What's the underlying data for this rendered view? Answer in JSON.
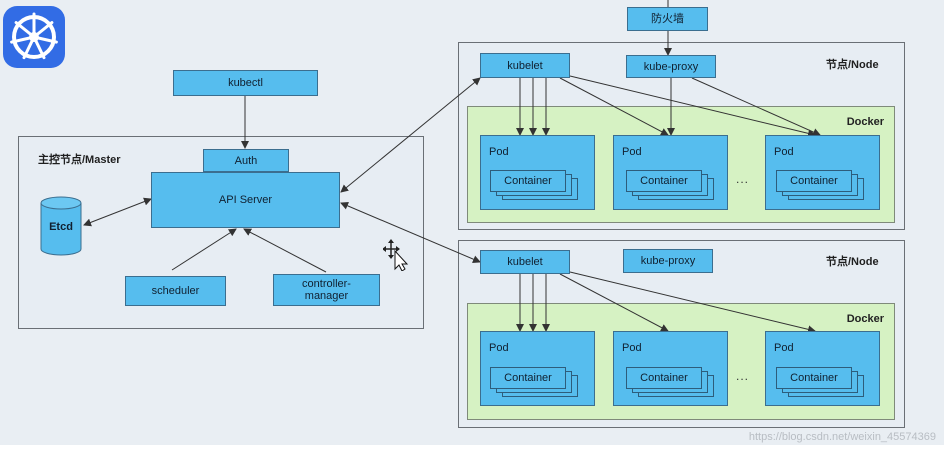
{
  "master": {
    "label": "主控节点/Master",
    "kubectl": "kubectl",
    "auth": "Auth",
    "api_server": "API Server",
    "etcd": "Etcd",
    "scheduler": "scheduler",
    "controller_manager": "controller-\nmanager"
  },
  "firewall": "防火墙",
  "nodes": [
    {
      "label": "节点/Node",
      "kubelet": "kubelet",
      "kube_proxy": "kube-proxy",
      "docker": "Docker",
      "pods": [
        {
          "label": "Pod",
          "container": "Container"
        },
        {
          "label": "Pod",
          "container": "Container"
        },
        {
          "label": "Pod",
          "container": "Container"
        }
      ],
      "ellipsis": "..."
    },
    {
      "label": "节点/Node",
      "kubelet": "kubelet",
      "kube_proxy": "kube-proxy",
      "docker": "Docker",
      "pods": [
        {
          "label": "Pod",
          "container": "Container"
        },
        {
          "label": "Pod",
          "container": "Container"
        },
        {
          "label": "Pod",
          "container": "Container"
        }
      ],
      "ellipsis": "..."
    }
  ],
  "watermark": "https://blog.csdn.net/weixin_45574369",
  "colors": {
    "component": "#56bdee",
    "docker": "#d6f2c3",
    "region": "#e7edf3",
    "logo": "#326ce5"
  },
  "icons": [
    "kubernetes-logo-icon",
    "move-cursor-icon"
  ]
}
